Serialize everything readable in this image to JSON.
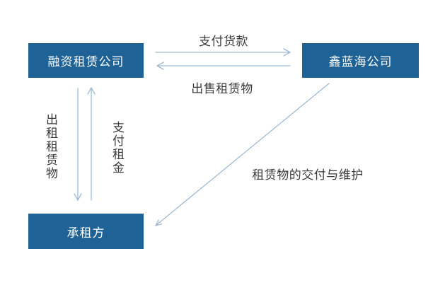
{
  "diagram": {
    "nodes": [
      {
        "id": "financing-lease-company",
        "label": "融资租赁公司"
      },
      {
        "id": "xinlanhai-company",
        "label": "鑫蓝海公司"
      },
      {
        "id": "lessee",
        "label": "承租方"
      }
    ],
    "edges": [
      {
        "id": "pay-goods",
        "from": "融资租赁公司",
        "to": "鑫蓝海公司",
        "label": "支付货款"
      },
      {
        "id": "sell-leased-asset",
        "from": "鑫蓝海公司",
        "to": "融资租赁公司",
        "label": "出售租赁物"
      },
      {
        "id": "lease-out-asset",
        "from": "融资租赁公司",
        "to": "承租方",
        "label": "出租租赁物"
      },
      {
        "id": "pay-rent",
        "from": "承租方",
        "to": "融资租赁公司",
        "label": "支付租金"
      },
      {
        "id": "delivery-and-maintenance",
        "from": "鑫蓝海公司",
        "to": "承租方",
        "label": "租赁物的交付与维护"
      }
    ]
  },
  "colors": {
    "node_fill": "#1F6295",
    "node_text": "#FFFFFF",
    "arrow_stroke": "#9FBAD4",
    "label_text": "#3B3B3B",
    "canvas_background": "#FFFFFF"
  }
}
